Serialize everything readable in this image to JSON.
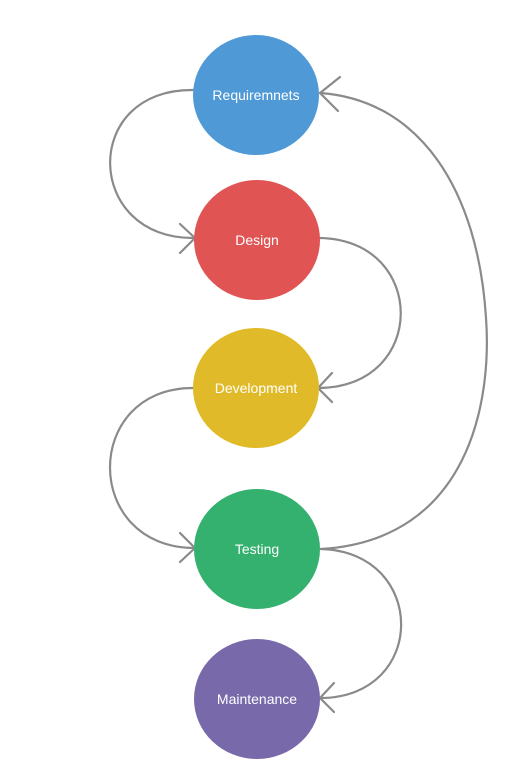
{
  "nodes": [
    {
      "id": "requirements",
      "label": "Requiremnets",
      "color": "#4f9ad6"
    },
    {
      "id": "design",
      "label": "Design",
      "color": "#e05454"
    },
    {
      "id": "development",
      "label": "Development",
      "color": "#e0ba28"
    },
    {
      "id": "testing",
      "label": "Testing",
      "color": "#34b06f"
    },
    {
      "id": "maintenance",
      "label": "Maintenance",
      "color": "#7869ab"
    }
  ],
  "edges": [
    {
      "from": "requirements",
      "to": "design"
    },
    {
      "from": "design",
      "to": "development"
    },
    {
      "from": "development",
      "to": "testing"
    },
    {
      "from": "testing",
      "to": "maintenance"
    },
    {
      "from": "testing",
      "to": "requirements"
    }
  ],
  "connector_color": "#8a8a8a"
}
